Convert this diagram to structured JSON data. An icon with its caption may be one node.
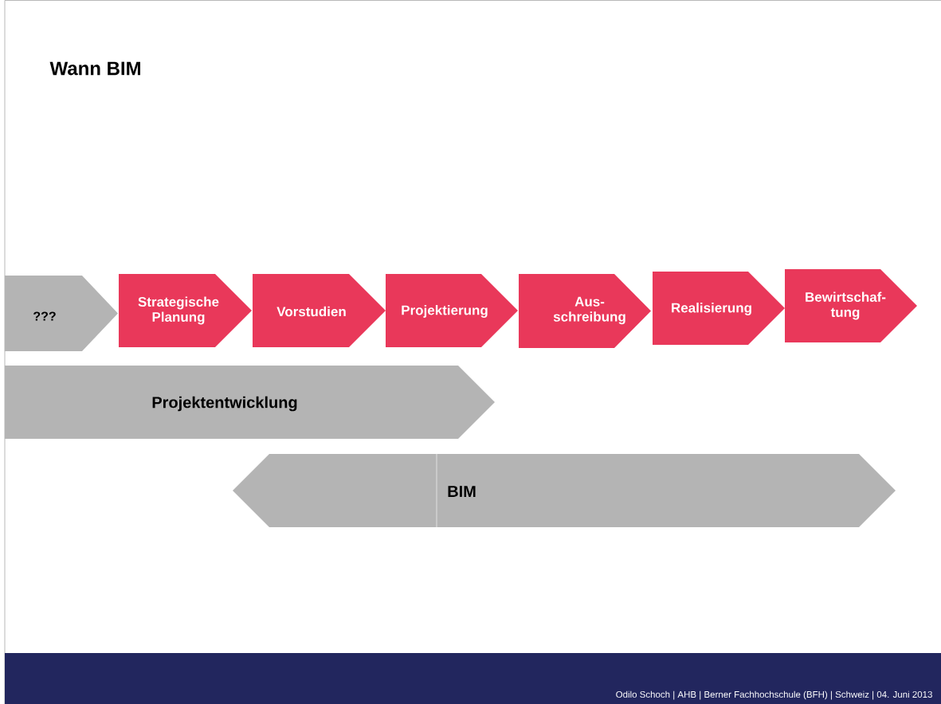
{
  "diagram": {
    "title": "Wann BIM",
    "nodes": [
      {
        "text": [
          "???"
        ]
      },
      {
        "text": [
          "Strategische Planung"
        ]
      },
      {
        "text": [
          "Vorstudien"
        ]
      },
      {
        "text": [
          "Projektierung"
        ]
      },
      {
        "text": [
          "Aus-schreibung"
        ]
      },
      {
        "text": [
          "Realisierung"
        ]
      },
      {
        "text": [
          "Bewirtschaf-tung"
        ]
      },
      {
        "text": [
          "Projektentwicklung"
        ]
      },
      {
        "text": [
          "BIM"
        ]
      }
    ],
    "labels": [
      "Odilo Schoch | AHB | Berner Fachhochschule (BFH)  | Schweiz | 04. Juni 2013"
    ]
  }
}
